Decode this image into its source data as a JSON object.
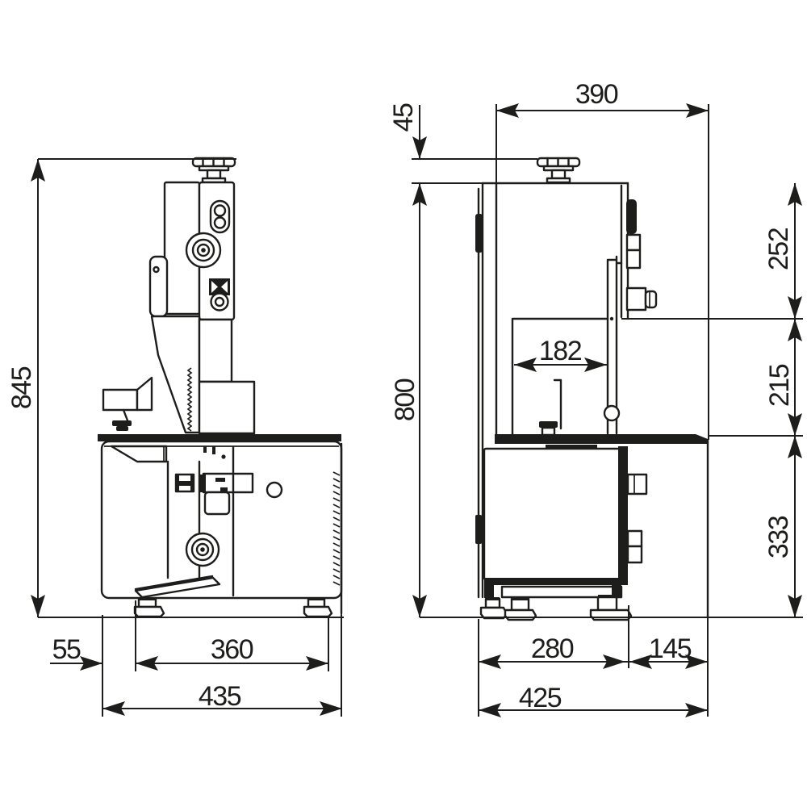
{
  "drawing": {
    "background": "#ffffff",
    "line_color": "#1d1d1b",
    "left_view": {
      "overall_height": "845",
      "front_offset": "55",
      "base_depth": "360",
      "overall_depth": "435"
    },
    "right_view": {
      "handwheel_height": "45",
      "upper_width": "390",
      "body_height": "800",
      "upper_section_height": "252",
      "throat_width": "182",
      "middle_section_height": "215",
      "lower_section_height": "333",
      "base_front_width": "280",
      "base_rear_width": "145",
      "base_overall_width": "425"
    }
  }
}
